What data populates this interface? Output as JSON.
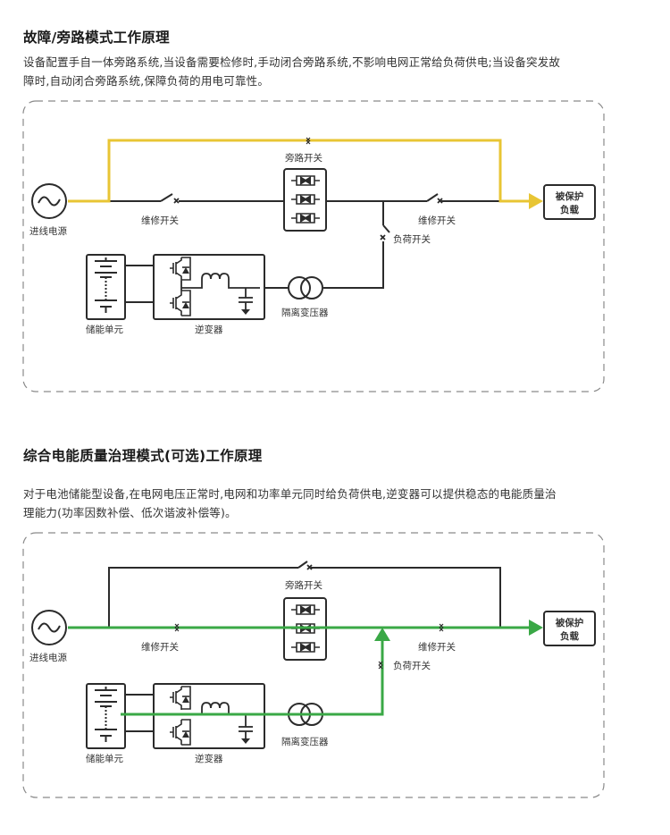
{
  "colors": {
    "wire": "#2b2b2b",
    "bypass_path": "#e8c534",
    "power_path": "#3aa846",
    "frame_dash": "#8a8a8a"
  },
  "section1": {
    "title": "故障/旁路模式工作原理",
    "desc_line1": "设备配置手自一体旁路系统,当设备需要检修时,手动闭合旁路系统,不影响电网正常给负荷供电;当设备突发故",
    "desc_line2": "障时,自动闭合旁路系统,保障负荷的用电可靠性。",
    "highlight": "bypass_path",
    "labels": {
      "source": "进线电源",
      "maint_switch_left": "维修开关",
      "bypass_switch": "旁路开关",
      "maint_switch_right": "维修开关",
      "load_switch": "负荷开关",
      "load_line1": "被保护",
      "load_line2": "负载",
      "storage": "储能单元",
      "inverter": "逆变器",
      "transformer": "隔离变压器"
    }
  },
  "section2": {
    "title": "综合电能质量治理模式(可选)工作原理",
    "desc_line1": "对于电池储能型设备,在电网电压正常时,电网和功率单元同时给负荷供电,逆变器可以提供稳态的电能质量治",
    "desc_line2": "理能力(功率因数补偿、低次谐波补偿等)。",
    "highlight": "power_path",
    "labels": {
      "source": "进线电源",
      "maint_switch_left": "维修开关",
      "bypass_switch": "旁路开关",
      "maint_switch_right": "维修开关",
      "load_switch": "负荷开关",
      "load_line1": "被保护",
      "load_line2": "负载",
      "storage": "储能单元",
      "inverter": "逆变器",
      "transformer": "隔离变压器"
    }
  }
}
